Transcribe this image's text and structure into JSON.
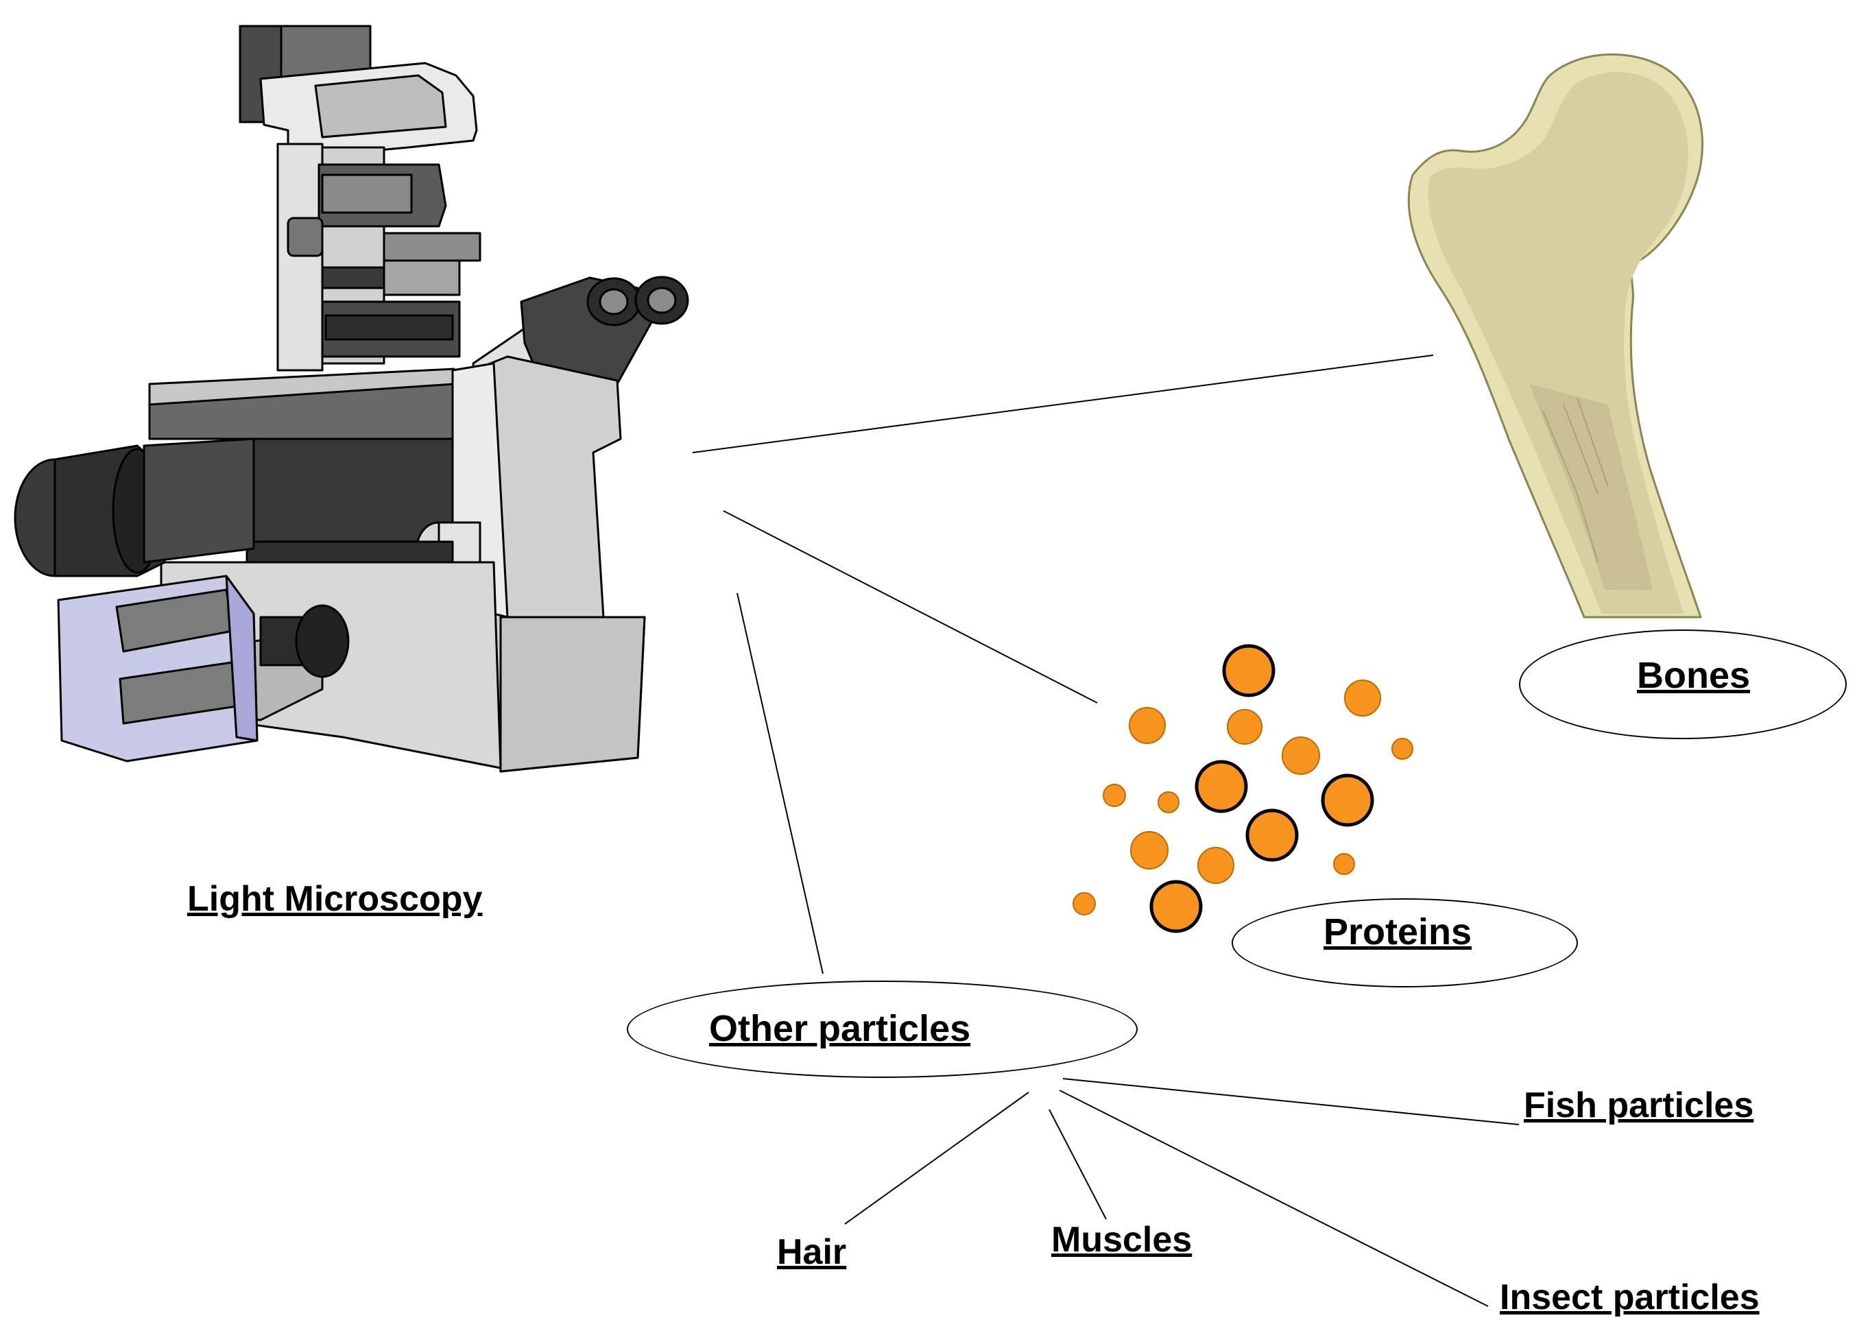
{
  "labels": {
    "microscope": "Light Microscopy",
    "bones": "Bones",
    "proteins": "Proteins",
    "other": "Other particles",
    "fish": "Fish particles",
    "hair": "Hair",
    "muscles": "Muscles",
    "insect": "Insect particles"
  },
  "colors": {
    "particle_fill": "#f7941d",
    "bone_fill": "#e7e0b0",
    "bone_outline": "#b8b080",
    "microscope_dark": "#3a3a3a",
    "microscope_light": "#e6e6e6",
    "lamp_housing": "#c9c9e8"
  }
}
